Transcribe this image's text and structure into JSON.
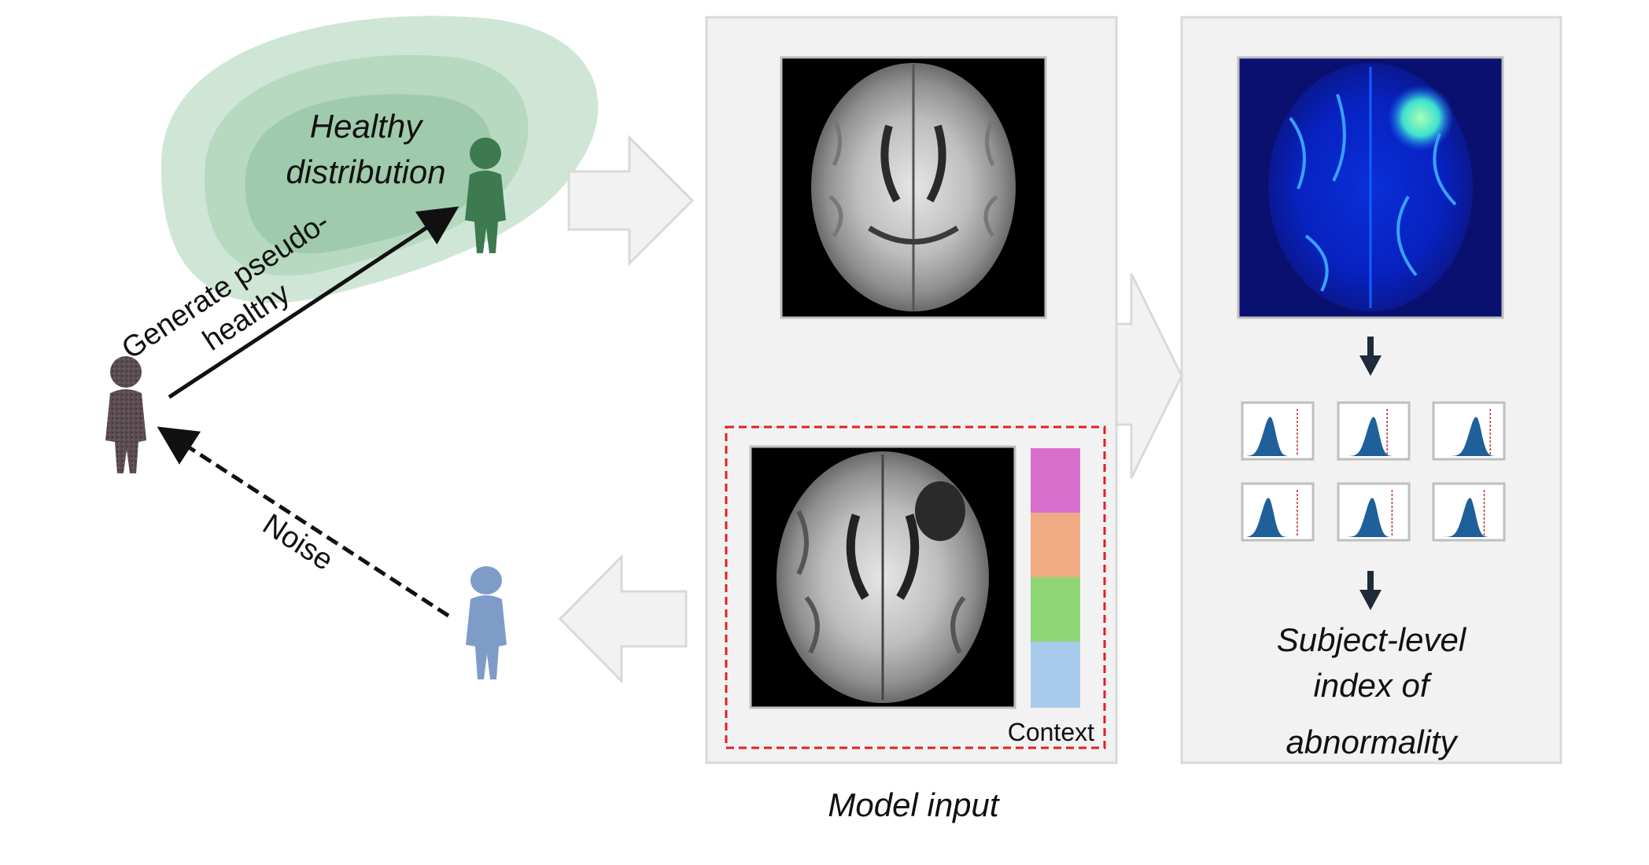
{
  "labels": {
    "healthy_line1": "Healthy",
    "healthy_line2": "distribution",
    "generate_line1": "Generate pseudo-",
    "generate_line2": "healthy",
    "noise": "Noise",
    "context": "Context",
    "model_input": "Model input",
    "index_line1": "Subject-level",
    "index_line2": "index of",
    "index_line3": "abnormality"
  },
  "colors": {
    "panel_bg": "#f2f2f2",
    "panel_border": "#d9d9d9",
    "healthy_person": "#3d7a4f",
    "noisy_person": "#5a4a4a",
    "noise_person": "#7f9cc8",
    "context_dash": "#e02020",
    "context_bars": [
      "#d86fcc",
      "#f0ab84",
      "#8fd676",
      "#a9cbeb"
    ],
    "histogram_fill": "#1f5f9a",
    "dark_arrow": "#1f2a3a"
  },
  "icons": {
    "noisy_person": "person-icon",
    "healthy_person": "person-icon",
    "noise_person": "person-icon",
    "brain_input": "brain-mri-icon",
    "brain_context": "brain-mri-lesion-icon",
    "heatmap": "anomaly-heatmap-icon",
    "histograms": "histogram-icon"
  }
}
